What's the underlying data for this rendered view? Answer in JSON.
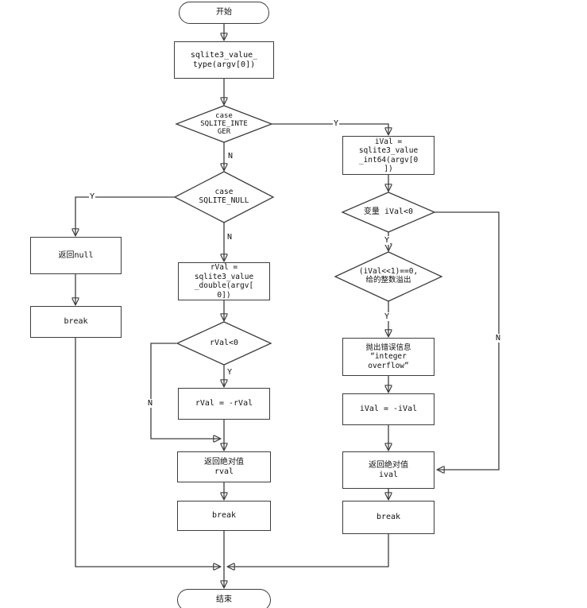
{
  "flowchart": {
    "nodes": {
      "start": "开始",
      "get_type": "sqlite3_value_\ntype(argv[0])",
      "case_integer": "case\nSQLITE_INTE\nGER",
      "get_int64": "iVal =\nsqlite3_value\n_int64(argv[0\n])",
      "case_null": "case\nSQLITE_NULL",
      "return_null": "返回null",
      "break_left": "break",
      "get_double": "rVal =\nsqlite3_value\n_double(argv[\n0])",
      "rval_lt_zero": "rVal<0",
      "negate_rval": "rVal = -rVal",
      "return_rval": "返回绝对值\nrval",
      "break_mid": "break",
      "ival_lt_zero": "变量 iVal<0",
      "overflow_check": "(iVal<<1)==0,\n给的整数溢出",
      "throw_error": "抛出错误信息\n“integer\noverflow”",
      "negate_ival": "iVal = -iVal",
      "return_ival": "返回绝对值\nival",
      "break_right": "break",
      "end": "结束"
    },
    "edge_labels": {
      "case_integer_yes": "Y",
      "case_integer_no": "N",
      "case_null_yes": "Y",
      "case_null_no": "N",
      "rval_yes": "Y",
      "rval_no": "N",
      "ival_yes": "Y",
      "ival_no": "N",
      "overflow_yes": "Y"
    },
    "colors": {
      "line": "#3d3d3d",
      "arrow": "#1f1f1f",
      "text": "#111111",
      "background": "#ffffff"
    }
  }
}
